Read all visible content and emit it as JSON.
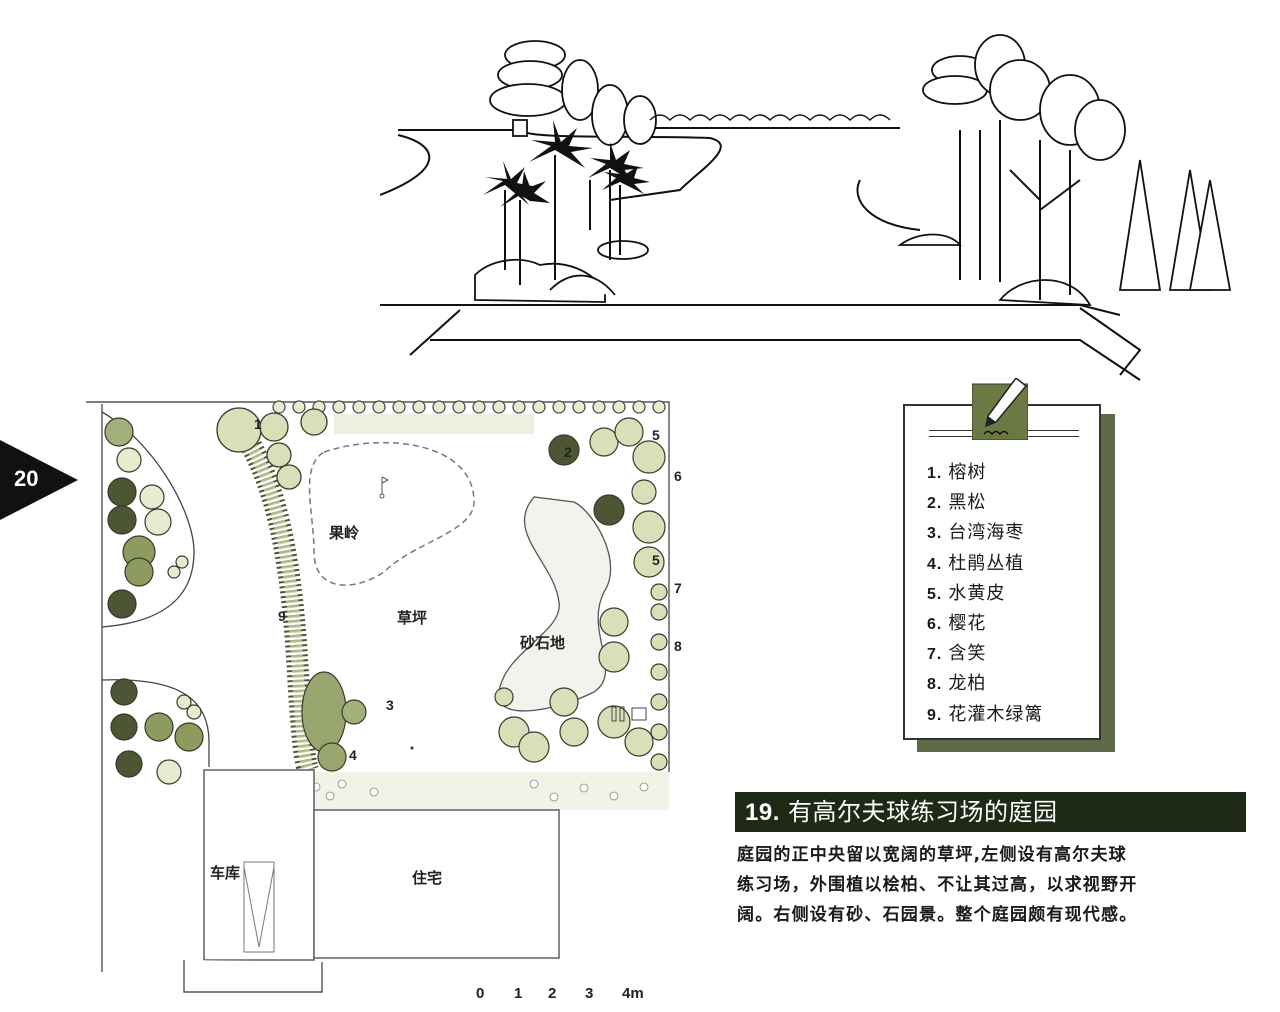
{
  "page": {
    "number": "20",
    "tab_color": "#111111"
  },
  "perspective_sketch": {
    "description": "Perspective sketch of garden with palms, pines and conifers flanking a central lawn"
  },
  "plan": {
    "labels": {
      "putting_green": "果岭",
      "lawn": "草坪",
      "gravel": "砂石地",
      "garage": "车库",
      "house": "住宅"
    },
    "markers": [
      "1",
      "2",
      "3",
      "4",
      "5",
      "5",
      "6",
      "7",
      "8",
      "9"
    ],
    "colors": {
      "foliage_light": "#d9dfb8",
      "foliage_dark": "#4d5634",
      "line": "#3a3a2a"
    }
  },
  "scale_bar": {
    "ticks": [
      "0",
      "1",
      "2",
      "3",
      "4m"
    ]
  },
  "legend": {
    "items": [
      {
        "num": "1.",
        "label": "榕树"
      },
      {
        "num": "2.",
        "label": "黑松"
      },
      {
        "num": "3.",
        "label": "台湾海枣"
      },
      {
        "num": "4.",
        "label": "杜鹃丛植"
      },
      {
        "num": "5.",
        "label": "水黄皮"
      },
      {
        "num": "6.",
        "label": "樱花"
      },
      {
        "num": "7.",
        "label": "含笑"
      },
      {
        "num": "8.",
        "label": "龙柏"
      },
      {
        "num": "9.",
        "label": "花灌木绿篱"
      }
    ],
    "icon": "pencil-icon",
    "icon_bg": "#6b7a45",
    "shadow_color": "#5e6b4a"
  },
  "caption": {
    "number": "19.",
    "title": "有高尔夫球练习场的庭园",
    "title_bg": "#1f2a16",
    "body_lines": [
      "庭园的正中央留以宽阔的草坪,左侧设有高尔夫球",
      "练习场，外围植以桧柏、不让其过高，以求视野开",
      "阔。右侧设有砂、石园景。整个庭园颇有现代感。"
    ]
  }
}
